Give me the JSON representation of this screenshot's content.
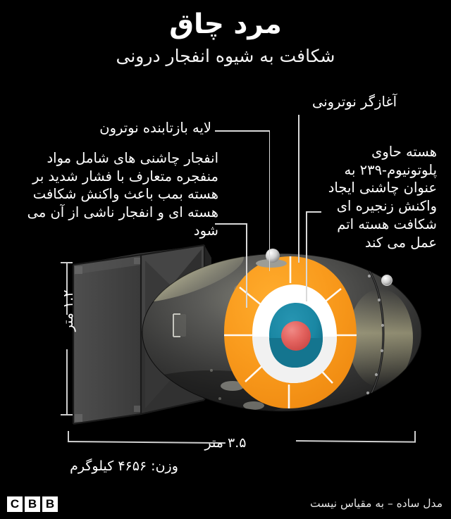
{
  "header": {
    "title": "مرد چاق",
    "subtitle": "شکافت به شیوه انفجار درونی"
  },
  "callouts": {
    "neutron_initiator": "آغازگر نوترونی",
    "neutron_reflector": "لایه بازتابنده نوترون",
    "explosive_lenses": "انفجار چاشنی های شامل مواد منفجره متعارف با فشار شدید بر هسته بمب باعث واکنش شکافت هسته ای و انفجار ناشی از آن می شود",
    "plutonium_core": "هسته حاوی پلوتونیوم-۲۳۹ به عنوان چاشنی ایجاد واکنش زنجیره ای شکافت هسته اتم عمل می کند"
  },
  "dimensions": {
    "height_label": "۱.۲ متر",
    "length_label": "۳.۵ متر",
    "weight_label": "وزن: ۴۶۵۶ کیلوگرم"
  },
  "footer": {
    "disclaimer": "مدل ساده – به مقیاس نیست",
    "logo": [
      "B",
      "B",
      "C"
    ]
  },
  "colors": {
    "background": "#000000",
    "text": "#ffffff",
    "leader_line": "#d9d9d9",
    "dimension_line": "#cfcfcf",
    "explosive_lens": "#f7941d",
    "explosive_lens_light": "#ffa724",
    "tamper_white": "#ffffff",
    "core_teal": "#1b86a3",
    "core_teal_dark": "#136f8a",
    "initiator_red": "#e0605f",
    "casing_dark": "#2b2b2b",
    "casing_mid": "#4a4a4a",
    "casing_light": "#6d6d6d",
    "fin_dark": "#313131",
    "fin_mid": "#474747"
  },
  "illustration": {
    "name": "fat-man-cutaway",
    "parts": [
      "ballistic-casing",
      "tail-fin-box",
      "neutron-initiator-dome",
      "explosive-lens-ring",
      "neutron-reflector-shell",
      "plutonium-core",
      "initiator-sphere"
    ]
  }
}
